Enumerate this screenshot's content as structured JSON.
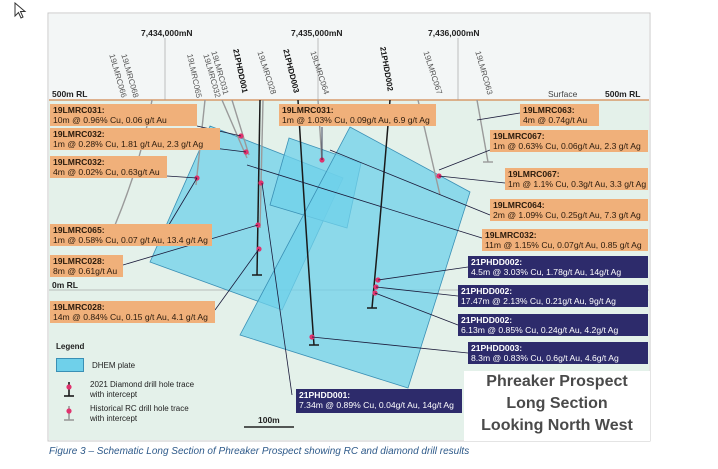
{
  "northings": [
    "7,434,000mN",
    "7,435,000mN",
    "7,436,000mN"
  ],
  "surface_label": "Surface",
  "rl_labels": {
    "top_left": "500m RL",
    "top_right": "500m RL",
    "zero": "0m RL"
  },
  "hole_names": [
    "19LMRC068",
    "19LMRC066",
    "19LMRC065",
    "19LMRC031",
    "19LMRC032",
    "21PHDD001",
    "19LMRC028",
    "21PHDD003",
    "19LMRC064",
    "21PHDD002",
    "19LMRC067",
    "19LMRC063"
  ],
  "intercepts": [
    {
      "hole": "19LMRC031:",
      "result": "10m @ 0.96% Cu, 0.06 g/t Au"
    },
    {
      "hole": "19LMRC032:",
      "result": "1m @ 0.28% Cu, 1.81 g/t Au, 2.3 g/t Ag"
    },
    {
      "hole": "19LMRC032:",
      "result": "4m @ 0.02% Cu, 0.63g/t Au"
    },
    {
      "hole": "19LMRC065:",
      "result": "1m @ 0.58% Cu, 0.07 g/t Au, 13.4 g/t Ag"
    },
    {
      "hole": "19LMRC028:",
      "result": "8m @ 0.61g/t Au"
    },
    {
      "hole": "19LMRC028:",
      "result": "14m @ 0.84% Cu, 0.15 g/t Au, 4.1 g/t Ag"
    },
    {
      "hole": "19LMRC031:",
      "result": "1m @ 1.03% Cu, 0.09g/t Au, 6.9 g/t Ag"
    },
    {
      "hole": "19LMRC063:",
      "result": "4m @ 0.74g/t Au"
    },
    {
      "hole": "19LMRC067:",
      "result": "1m @ 0.63% Cu, 0.06g/t Au, 2.3 g/t Ag"
    },
    {
      "hole": "19LMRC067:",
      "result": "1m @ 1.1% Cu, 0.3g/t Au, 3.3 g/t Ag"
    },
    {
      "hole": "19LMRC064:",
      "result": "2m @ 1.09% Cu, 0.25g/t Au, 7.3 g/t Ag"
    },
    {
      "hole": "19LMRC032:",
      "result": "11m @ 1.15% Cu, 0.07g/t Au, 0.85 g/t Ag"
    },
    {
      "hole": "21PHDD002:",
      "result": "4.5m @ 3.03% Cu, 1.78g/t Au, 14g/t Ag"
    },
    {
      "hole": "21PHDD002:",
      "result": "17.47m @ 2.13% Cu, 0.21g/t Au, 9g/t Ag"
    },
    {
      "hole": "21PHDD002:",
      "result": "6.13m @ 0.85% Cu, 0.24g/t Au, 4.2g/t Ag"
    },
    {
      "hole": "21PHDD003:",
      "result": "8.3m @ 0.83% Cu, 0.6g/t Au, 4.6g/t Ag"
    },
    {
      "hole": "21PHDD001:",
      "result": "7.34m @ 0.89% Cu, 0.04g/t Au, 14g/t Ag"
    }
  ],
  "legend": {
    "title": "Legend",
    "plate": "DHEM plate",
    "dd_line1": "2021 Diamond drill hole trace",
    "dd_line2": "with intercept",
    "rc_line1": "Historical RC drill hole trace",
    "rc_line2": "with intercept"
  },
  "scale_bar": "100m",
  "title_lines": [
    "Phreaker Prospect",
    "Long Section",
    "Looking North West"
  ],
  "caption": "Figure 3 – Schematic Long Section of Phreaker Prospect showing RC and diamond drill results",
  "colors": {
    "plate": "#6fd0ea",
    "orange_label": "#f0b07a",
    "navy_label": "#2d2b6b",
    "sky": "#f3f6f6",
    "ground": "#e4f1ea",
    "intercept": "#e0336e"
  }
}
